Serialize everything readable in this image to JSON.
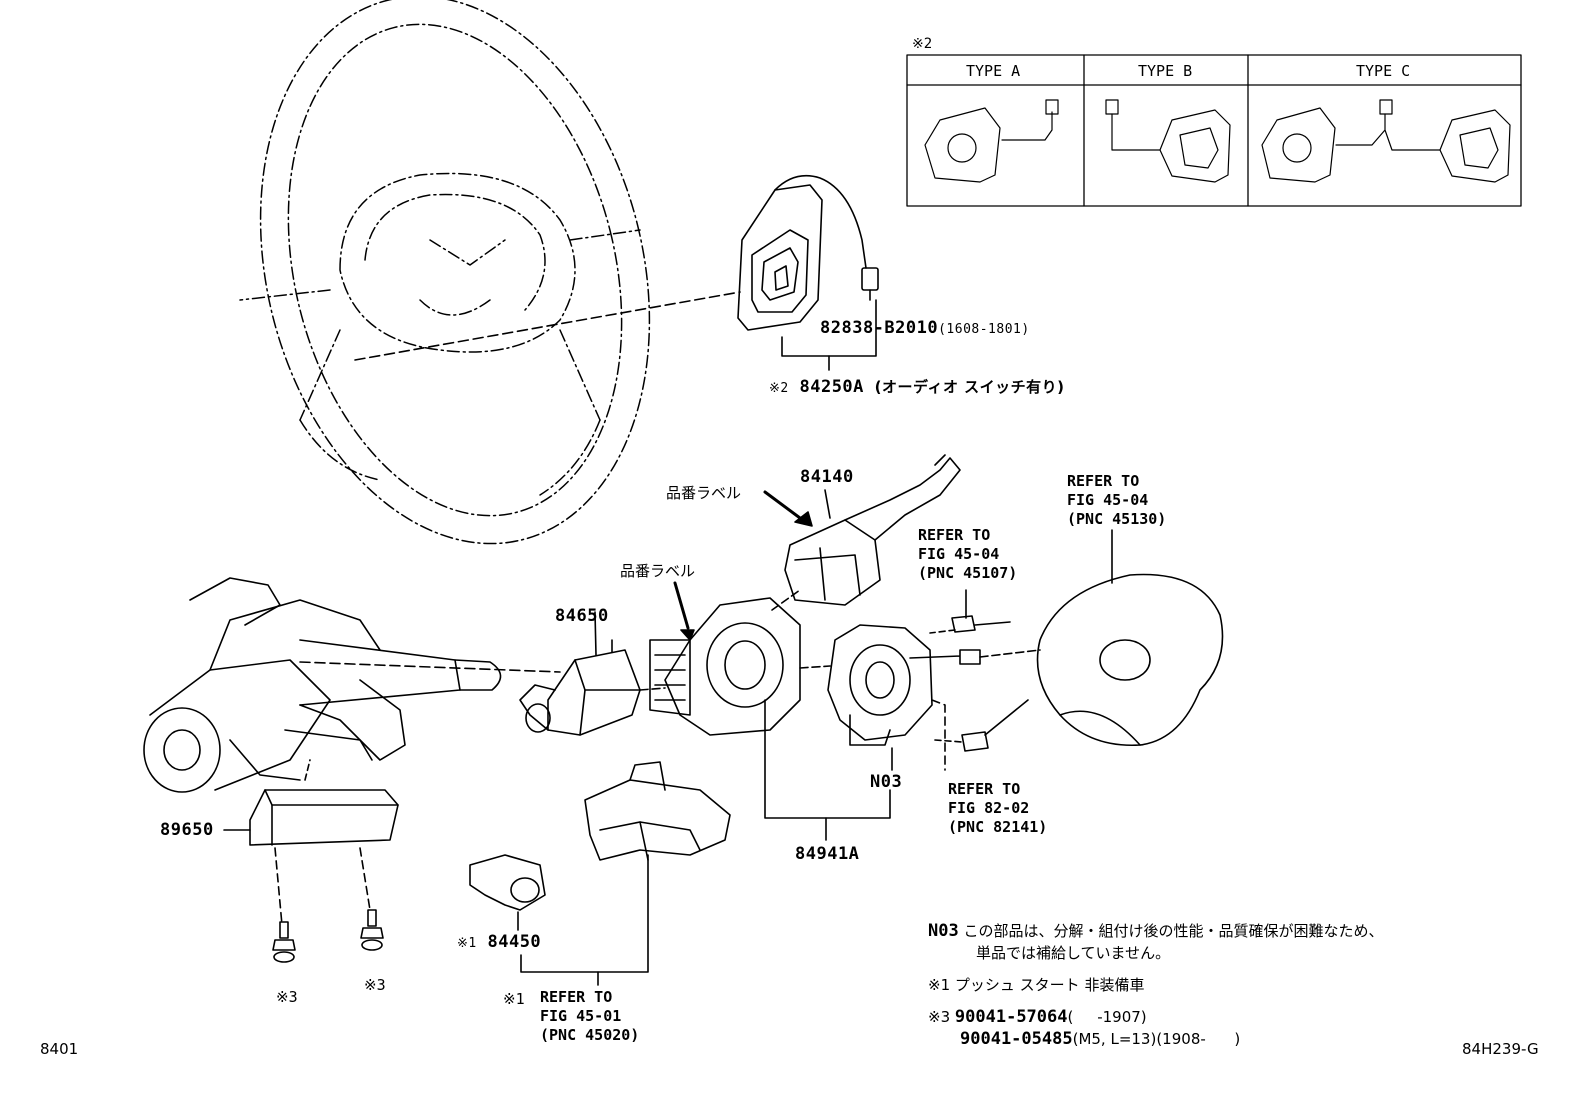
{
  "type_table": {
    "marker": "※2",
    "types": [
      {
        "label": "TYPE A"
      },
      {
        "label": "TYPE B"
      },
      {
        "label": "TYPE C"
      }
    ]
  },
  "parts": {
    "p82838": {
      "number": "82838-B2010",
      "range": "(1608-1801)"
    },
    "p84250A": {
      "marker": "※2",
      "number": "84250A",
      "desc": "(オーディオ スイッチ有り)"
    },
    "p84140": {
      "number": "84140"
    },
    "p84650": {
      "number": "84650"
    },
    "p84941A": {
      "number": "84941A"
    },
    "n03": {
      "number": "N03"
    },
    "p89650": {
      "number": "89650"
    },
    "p84450": {
      "marker": "※1",
      "number": "84450"
    },
    "screw_left": {
      "marker": "※3"
    },
    "screw_right": {
      "marker": "※3"
    }
  },
  "labels": {
    "part_label_1": "品番ラベル",
    "part_label_2": "品番ラベル"
  },
  "refs": {
    "ref_45130": "REFER TO\nFIG 45-04\n(PNC 45130)",
    "ref_45107": "REFER TO\nFIG 45-04\n(PNC 45107)",
    "ref_82141": "REFER TO\nFIG 82-02\n(PNC 82141)",
    "ref_45020_marker": "※1",
    "ref_45020": "REFER TO\nFIG 45-01\n(PNC 45020)"
  },
  "notes": {
    "n03_code": "N03",
    "n03_line1": "この部品は、分解・組付け後の性能・品質確保が困難なため、",
    "n03_line2": "単品では補給していません。",
    "note1_marker": "※1",
    "note1_text": "プッシュ スタート 非装備車",
    "note3_marker": "※3",
    "note3_line1_pn": "90041-57064",
    "note3_line1_rest": "(     -1907)",
    "note3_line2_pn": "90041-05485",
    "note3_line2_rest": "(M5, L=13)(1908-      )"
  },
  "footer": {
    "page_code": "8401",
    "figure_code": "84H239-G"
  }
}
